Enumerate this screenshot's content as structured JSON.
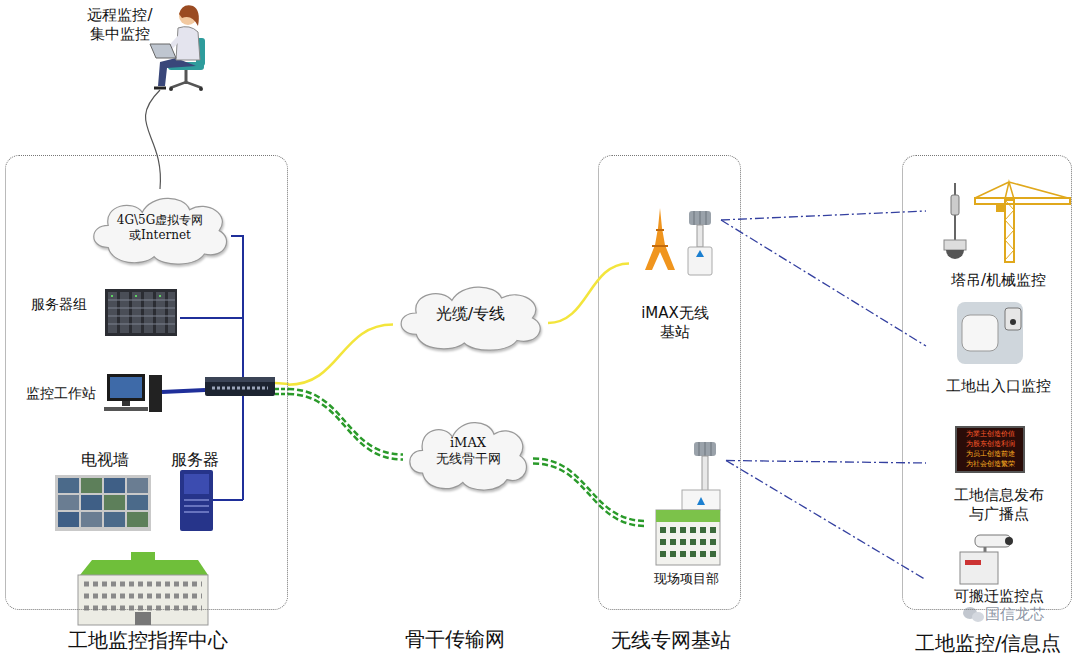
{
  "diagram": {
    "nodes": [
      {
        "text": [
          "远程监控/ 集中监控"
        ]
      },
      {
        "text": [
          "工地监控指挥中心"
        ]
      },
      {
        "text": [
          "4G\\5G虚拟专网 或Internet"
        ],
        "in": 1
      },
      {
        "text": [
          "服务器组"
        ],
        "in": 1
      },
      {
        "text": [
          "监控工作站"
        ],
        "in": 1
      },
      {
        "text": [
          "电视墙"
        ],
        "in": 1
      },
      {
        "text": [
          "服务器"
        ],
        "in": 1
      },
      {
        "text": [
          "光缆/专线"
        ]
      },
      {
        "text": [
          "iMAX 无线骨干网"
        ]
      },
      {
        "text": [
          "无线专网基站"
        ]
      },
      {
        "text": [
          "iMAX无线 基站"
        ],
        "in": 9
      },
      {
        "text": [
          "现场项目部"
        ],
        "in": 9
      },
      {
        "text": [
          "工地监控/信息点"
        ]
      },
      {
        "text": [
          "塔吊/机械监控"
        ],
        "in": 12
      },
      {
        "text": [
          "工地出入口监控"
        ],
        "in": 12
      },
      {
        "text": [
          "工地信息发布 与广播点"
        ],
        "in": 12
      },
      {
        "text": [
          "可搬迁监控点"
        ],
        "in": 12
      }
    ],
    "edges": [
      {
        "from": 0,
        "to": 2,
        "arrow": "none"
      },
      {
        "from": 1,
        "to": 7,
        "arrow": "none"
      },
      {
        "from": 7,
        "to": 10,
        "arrow": "none"
      },
      {
        "from": 1,
        "to": 8,
        "arrow": "none"
      },
      {
        "from": 8,
        "to": 11,
        "arrow": "none"
      },
      {
        "from": 10,
        "to": 13,
        "arrow": "none"
      },
      {
        "from": 10,
        "to": 14,
        "arrow": "none"
      },
      {
        "from": 11,
        "to": 15,
        "arrow": "none"
      },
      {
        "from": 11,
        "to": 16,
        "arrow": "none"
      }
    ],
    "labels": [
      "骨干传输网",
      "为業主创造价值",
      "为股东创造利润",
      "为员工创造前途",
      "为社会创造繁荣",
      "国信龙芯"
    ]
  }
}
